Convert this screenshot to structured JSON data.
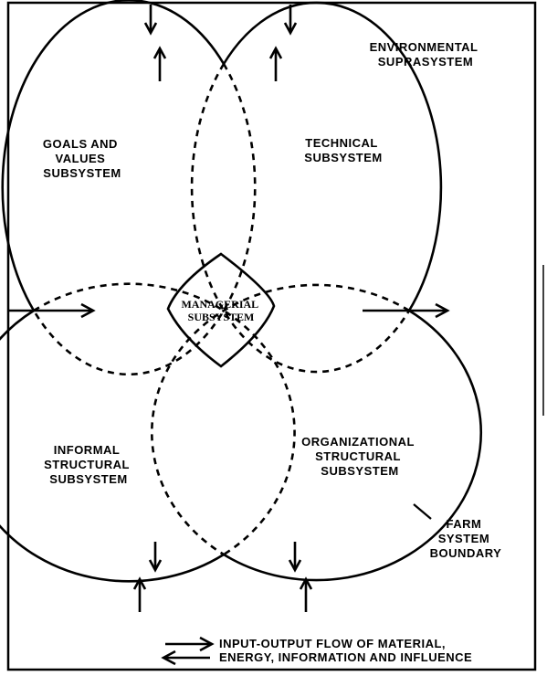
{
  "labels": {
    "environmental": [
      "ENVIRONMENTAL",
      "SUPRASYSTEM"
    ],
    "goals": [
      "GOALS AND",
      "VALUES",
      "SUBSYSTEM"
    ],
    "technical": [
      "TECHNICAL",
      "SUBSYSTEM"
    ],
    "managerial": [
      "MANAGERIAL",
      "SUBSYSTEM"
    ],
    "informal": [
      "INFORMAL",
      "STRUCTURAL",
      "SUBSYSTEM"
    ],
    "organizational": [
      "ORGANIZATIONAL",
      "STRUCTURAL",
      "SUBSYSTEM"
    ],
    "farm": [
      "FARM",
      "SYSTEM",
      "BOUNDARY"
    ]
  },
  "legend": {
    "line1": "INPUT-OUTPUT FLOW OF MATERIAL,",
    "line2": "ENERGY, INFORMATION AND INFLUENCE"
  }
}
